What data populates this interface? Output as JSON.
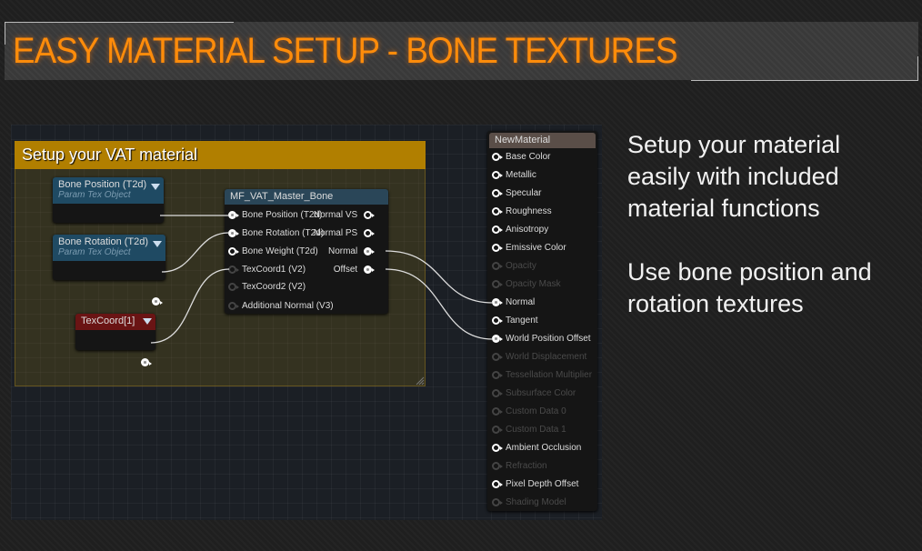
{
  "banner": {
    "title": "EASY MATERIAL SETUP - BONE TEXTURES"
  },
  "comment": {
    "title": "Setup your VAT material"
  },
  "nodes": {
    "bone_position": {
      "title": "Bone Position (T2d)",
      "subtitle": "Param Tex Object"
    },
    "bone_rotation": {
      "title": "Bone Rotation (T2d)",
      "subtitle": "Param Tex Object"
    },
    "texcoord": {
      "title": "TexCoord[1]"
    },
    "mf": {
      "title": "MF_VAT_Master_Bone",
      "inputs": [
        "Bone Position (T2d)",
        "Bone Rotation (T2d)",
        "Bone Weight (T2d)",
        "TexCoord1 (V2)",
        "TexCoord2 (V2)",
        "Additional Normal (V3)"
      ],
      "outputs": [
        "Normal VS",
        "Normal PS",
        "Normal",
        "Offset"
      ]
    },
    "material": {
      "title": "NewMaterial",
      "inputs": [
        "Base Color",
        "Metallic",
        "Specular",
        "Roughness",
        "Anisotropy",
        "Emissive Color",
        "Opacity",
        "Opacity Mask",
        "Normal",
        "Tangent",
        "World Position Offset",
        "World Displacement",
        "Tessellation Multiplier",
        "Subsurface Color",
        "Custom Data 0",
        "Custom Data 1",
        "Ambient Occlusion",
        "Refraction",
        "Pixel Depth Offset",
        "Shading Model"
      ]
    }
  },
  "side_text": [
    "Setup your material easily with included material functions",
    "Use bone position and rotation textures"
  ],
  "colors": {
    "title": "#ff8c0a",
    "comment_header": "#b17f00",
    "param_header": "#1f4a63",
    "texcoord_header": "#6a1414"
  }
}
